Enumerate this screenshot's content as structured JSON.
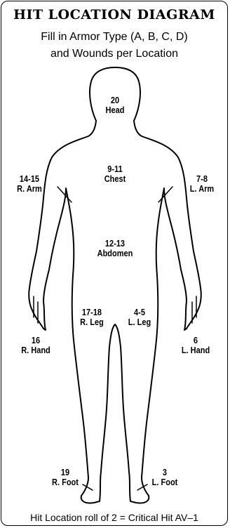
{
  "title": "HIT LOCATION DIAGRAM",
  "subtitle_line1": "Fill in Armor Type (A, B, C, D)",
  "subtitle_line2": "and Wounds per Location",
  "locations": {
    "head": {
      "roll": "20",
      "name": "Head"
    },
    "chest": {
      "roll": "9-11",
      "name": "Chest"
    },
    "right_arm": {
      "roll": "14-15",
      "name": "R. Arm"
    },
    "left_arm": {
      "roll": "7-8",
      "name": "L. Arm"
    },
    "abdomen": {
      "roll": "12-13",
      "name": "Abdomen"
    },
    "right_leg": {
      "roll": "17-18",
      "name": "R. Leg"
    },
    "left_leg": {
      "roll": "4-5",
      "name": "L. Leg"
    },
    "right_hand": {
      "roll": "16",
      "name": "R. Hand"
    },
    "left_hand": {
      "roll": "6",
      "name": "L. Hand"
    },
    "right_foot": {
      "roll": "19",
      "name": "R. Foot"
    },
    "left_foot": {
      "roll": "3",
      "name": "L. Foot"
    }
  },
  "footer": "Hit Location roll of 2 = Critical Hit AV–1"
}
